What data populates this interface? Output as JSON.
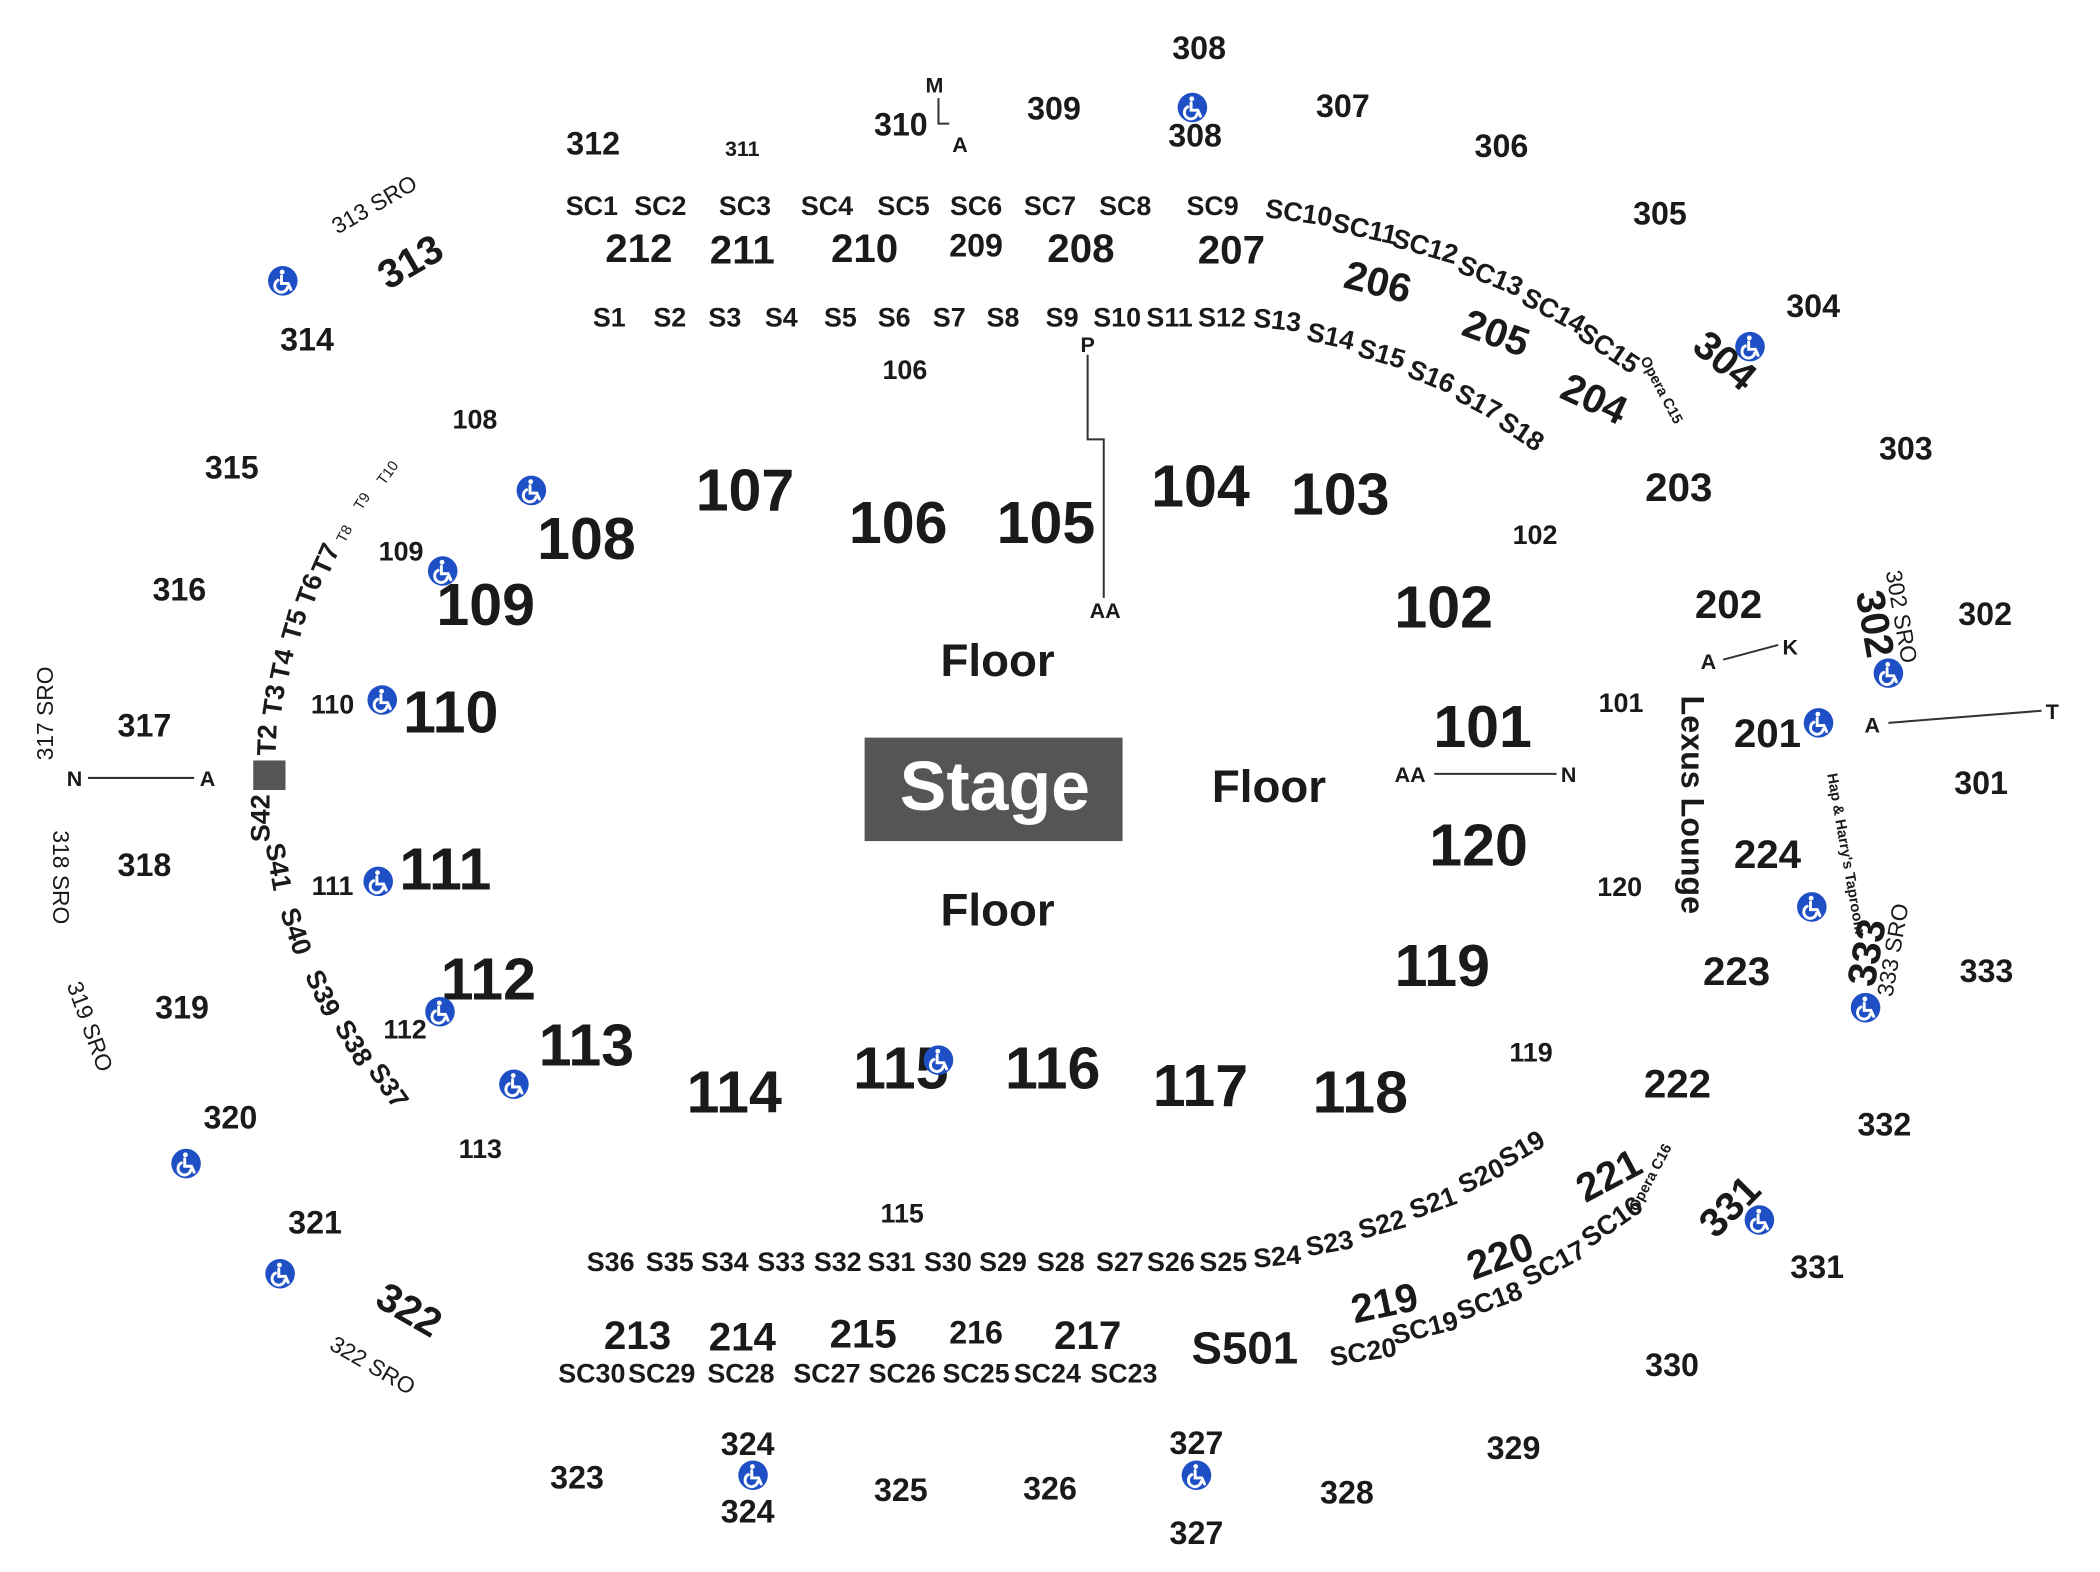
{
  "stage": {
    "label": "Stage",
    "color": "#555555"
  },
  "floor_labels": [
    "Floor",
    "Floor",
    "Floor"
  ],
  "lounge_label": "Lexus Lounge",
  "taproom_label": "Hap & Harry's Taproom",
  "opera_labels": [
    "Opera C15",
    "Opera C16"
  ],
  "row_markers": [
    "M",
    "A",
    "P",
    "AA",
    "N",
    "A",
    "AA",
    "N",
    "A",
    "K",
    "A",
    "T"
  ],
  "accessible_icon": {
    "name": "wheelchair-icon",
    "color": "#1f4fc4"
  },
  "sections_100": [
    "101",
    "102",
    "103",
    "104",
    "105",
    "106",
    "107",
    "108",
    "109",
    "110",
    "111",
    "112",
    "113",
    "114",
    "115",
    "116",
    "117",
    "118",
    "119",
    "120"
  ],
  "sections_100_small": [
    "101",
    "102",
    "106",
    "108",
    "109",
    "110",
    "111",
    "112",
    "113",
    "115",
    "119",
    "120"
  ],
  "sections_200": [
    "201",
    "202",
    "203",
    "204",
    "205",
    "206",
    "207",
    "208",
    "209",
    "210",
    "211",
    "212",
    "213",
    "214",
    "215",
    "216",
    "217",
    "219",
    "220",
    "221",
    "222",
    "223",
    "224"
  ],
  "sections_300": [
    "301",
    "302",
    "303",
    "304",
    "305",
    "306",
    "307",
    "308",
    "308",
    "309",
    "310",
    "311",
    "312",
    "313",
    "314",
    "315",
    "316",
    "317",
    "318",
    "319",
    "320",
    "321",
    "322",
    "323",
    "324",
    "324",
    "325",
    "326",
    "327",
    "327",
    "328",
    "329",
    "330",
    "331",
    "332",
    "333"
  ],
  "sro_labels": [
    "313 SRO",
    "302 SRO",
    "317 SRO",
    "318 SRO",
    "319 SRO",
    "322 SRO",
    "333 SRO"
  ],
  "suite_s": [
    "S1",
    "S2",
    "S3",
    "S4",
    "S5",
    "S6",
    "S7",
    "S8",
    "S9",
    "S10",
    "S11",
    "S12",
    "S13",
    "S14",
    "S15",
    "S16",
    "S17",
    "S18",
    "S19",
    "S20",
    "S21",
    "S22",
    "S23",
    "S24",
    "S25",
    "S26",
    "S27",
    "S28",
    "S29",
    "S30",
    "S31",
    "S32",
    "S33",
    "S34",
    "S35",
    "S36",
    "S37",
    "S38",
    "S39",
    "S40",
    "S41",
    "S42",
    "S501"
  ],
  "suite_sc": [
    "SC1",
    "SC2",
    "SC3",
    "SC4",
    "SC5",
    "SC6",
    "SC7",
    "SC8",
    "SC9",
    "SC10",
    "SC11",
    "SC12",
    "SC13",
    "SC14",
    "SC15",
    "SC16",
    "SC17",
    "SC18",
    "SC19",
    "SC20",
    "SC23",
    "SC24",
    "SC25",
    "SC26",
    "SC27",
    "SC28",
    "SC29",
    "SC30"
  ],
  "suite_t": [
    "T2",
    "T3",
    "T4",
    "T5",
    "T6",
    "T7",
    "T8",
    "T9",
    "T10"
  ]
}
